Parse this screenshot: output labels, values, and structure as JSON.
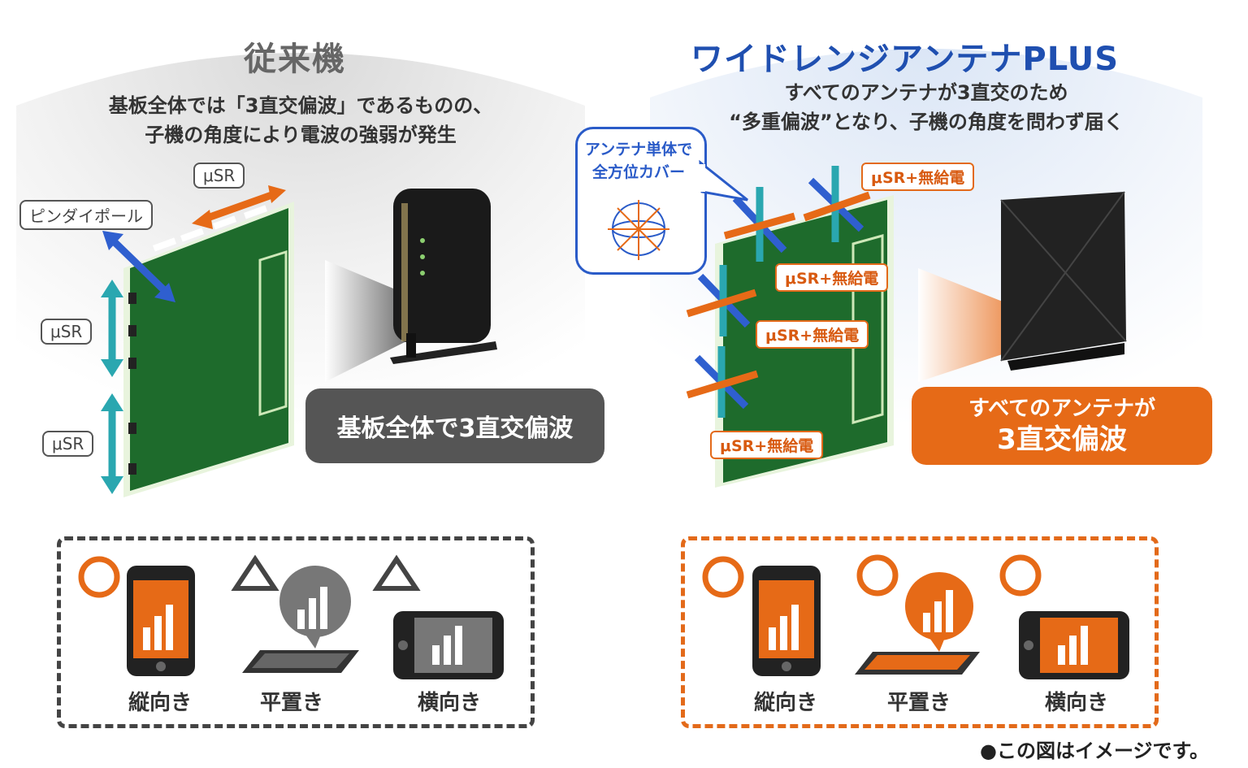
{
  "left": {
    "title": "従来機",
    "subtitle_line1": "基板全体では「3直交偏波」であるものの、",
    "subtitle_line2": "子機の角度により電波の強弱が発生",
    "tag_dipole": "ピンダイポール",
    "tag_usr": "μSR",
    "box_label": "基板全体で3直交偏波",
    "modes": [
      {
        "label": "縦向き",
        "mark": "○"
      },
      {
        "label": "平置き",
        "mark": "△"
      },
      {
        "label": "横向き",
        "mark": "△"
      }
    ]
  },
  "right": {
    "title": "ワイドレンジアンテナPLUS",
    "subtitle_line1": "すべてのアンテナが3直交のため",
    "subtitle_line2": "“多重偏波”となり、子機の角度を問わず届く",
    "bubble_line1": "アンテナ単体で",
    "bubble_line2": "全方位カバー",
    "tag_usr_plus": "μSR+無給電",
    "box_line1": "すべてのアンテナが",
    "box_line2": "3直交偏波",
    "modes": [
      {
        "label": "縦向き",
        "mark": "○"
      },
      {
        "label": "平置き",
        "mark": "○"
      },
      {
        "label": "横向き",
        "mark": "○"
      }
    ]
  },
  "note": "●この図はイメージです。",
  "colors": {
    "orange": "#e66a17",
    "blue_arrow": "#2f5fcf",
    "teal_arrow": "#2aa7b0",
    "board_green": "#1e6b2c",
    "grey_box": "#555555",
    "title_blue": "#1f4fb0"
  }
}
